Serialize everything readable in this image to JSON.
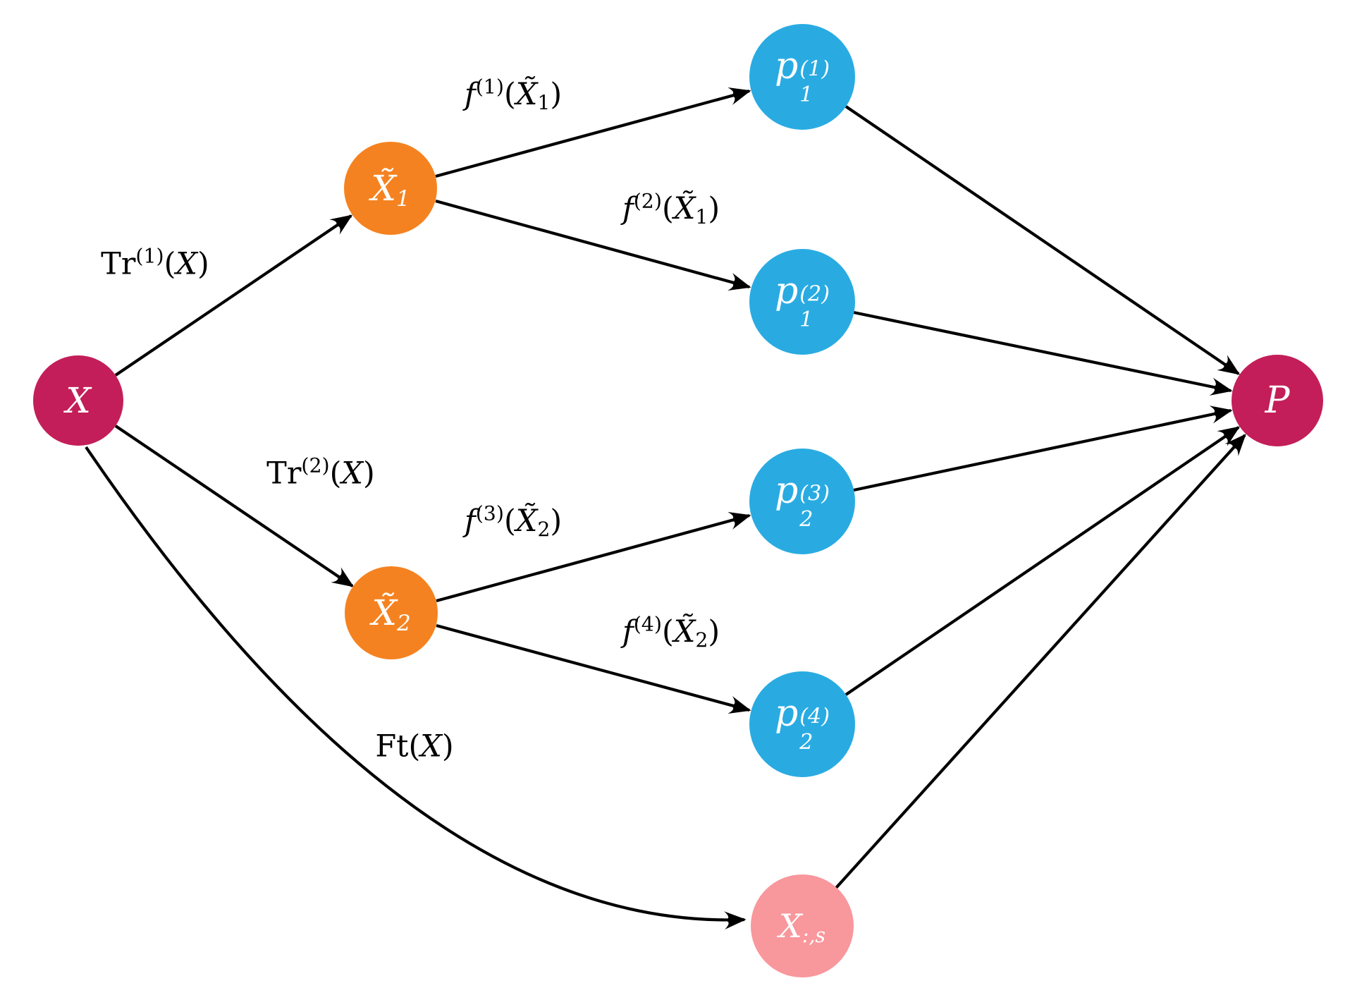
{
  "diagram": {
    "type": "directed-graph",
    "colors": {
      "source": "#C31E59",
      "transform": "#F58220",
      "prediction": "#29ABE2",
      "feature": "#F8979C",
      "output": "#C31E59",
      "edge": "#000000",
      "node_text": "#ffffff",
      "label_text": "#000000",
      "background": "#ffffff"
    },
    "nodes": [
      {
        "id": "X",
        "role": "source",
        "base": "X",
        "sub": "",
        "sup": ""
      },
      {
        "id": "X1t",
        "role": "transform",
        "base": "X̃",
        "sub": "1",
        "sup": ""
      },
      {
        "id": "X2t",
        "role": "transform",
        "base": "X̃",
        "sub": "2",
        "sup": ""
      },
      {
        "id": "p11",
        "role": "prediction",
        "base": "p",
        "sub": "1",
        "sup": "(1)"
      },
      {
        "id": "p12",
        "role": "prediction",
        "base": "p",
        "sub": "1",
        "sup": "(2)"
      },
      {
        "id": "p23",
        "role": "prediction",
        "base": "p",
        "sub": "2",
        "sup": "(3)"
      },
      {
        "id": "p24",
        "role": "prediction",
        "base": "p",
        "sub": "2",
        "sup": "(4)"
      },
      {
        "id": "Xs",
        "role": "feature",
        "base": "X",
        "sub": ":,s",
        "sup": ""
      },
      {
        "id": "P",
        "role": "output",
        "base": "P",
        "sub": "",
        "sup": ""
      }
    ],
    "edge_labels": [
      {
        "id": "tr1",
        "fn": "Tr",
        "sup": "(1)",
        "open": "(",
        "arg": "X",
        "arg_sub": "",
        "close": ")"
      },
      {
        "id": "tr2",
        "fn": "Tr",
        "sup": "(2)",
        "open": "(",
        "arg": "X",
        "arg_sub": "",
        "close": ")"
      },
      {
        "id": "ft",
        "fn": "Ft",
        "sup": "",
        "open": "(",
        "arg": "X",
        "arg_sub": "",
        "close": ")"
      },
      {
        "id": "f1",
        "fn": "f",
        "sup": "(1)",
        "open": "(",
        "arg": "X̃",
        "arg_sub": "1",
        "close": ")"
      },
      {
        "id": "f2",
        "fn": "f",
        "sup": "(2)",
        "open": "(",
        "arg": "X̃",
        "arg_sub": "1",
        "close": ")"
      },
      {
        "id": "f3",
        "fn": "f",
        "sup": "(3)",
        "open": "(",
        "arg": "X̃",
        "arg_sub": "2",
        "close": ")"
      },
      {
        "id": "f4",
        "fn": "f",
        "sup": "(4)",
        "open": "(",
        "arg": "X̃",
        "arg_sub": "2",
        "close": ")"
      }
    ],
    "edges": [
      {
        "from": "X",
        "to": "X1t",
        "label": "tr1"
      },
      {
        "from": "X",
        "to": "X2t",
        "label": "tr2"
      },
      {
        "from": "X",
        "to": "Xs",
        "label": "ft",
        "curved": true
      },
      {
        "from": "X1t",
        "to": "p11",
        "label": "f1"
      },
      {
        "from": "X1t",
        "to": "p12",
        "label": "f2"
      },
      {
        "from": "X2t",
        "to": "p23",
        "label": "f3"
      },
      {
        "from": "X2t",
        "to": "p24",
        "label": "f4"
      },
      {
        "from": "p11",
        "to": "P",
        "label": ""
      },
      {
        "from": "p12",
        "to": "P",
        "label": ""
      },
      {
        "from": "p23",
        "to": "P",
        "label": ""
      },
      {
        "from": "p24",
        "to": "P",
        "label": ""
      },
      {
        "from": "Xs",
        "to": "P",
        "label": ""
      }
    ]
  }
}
